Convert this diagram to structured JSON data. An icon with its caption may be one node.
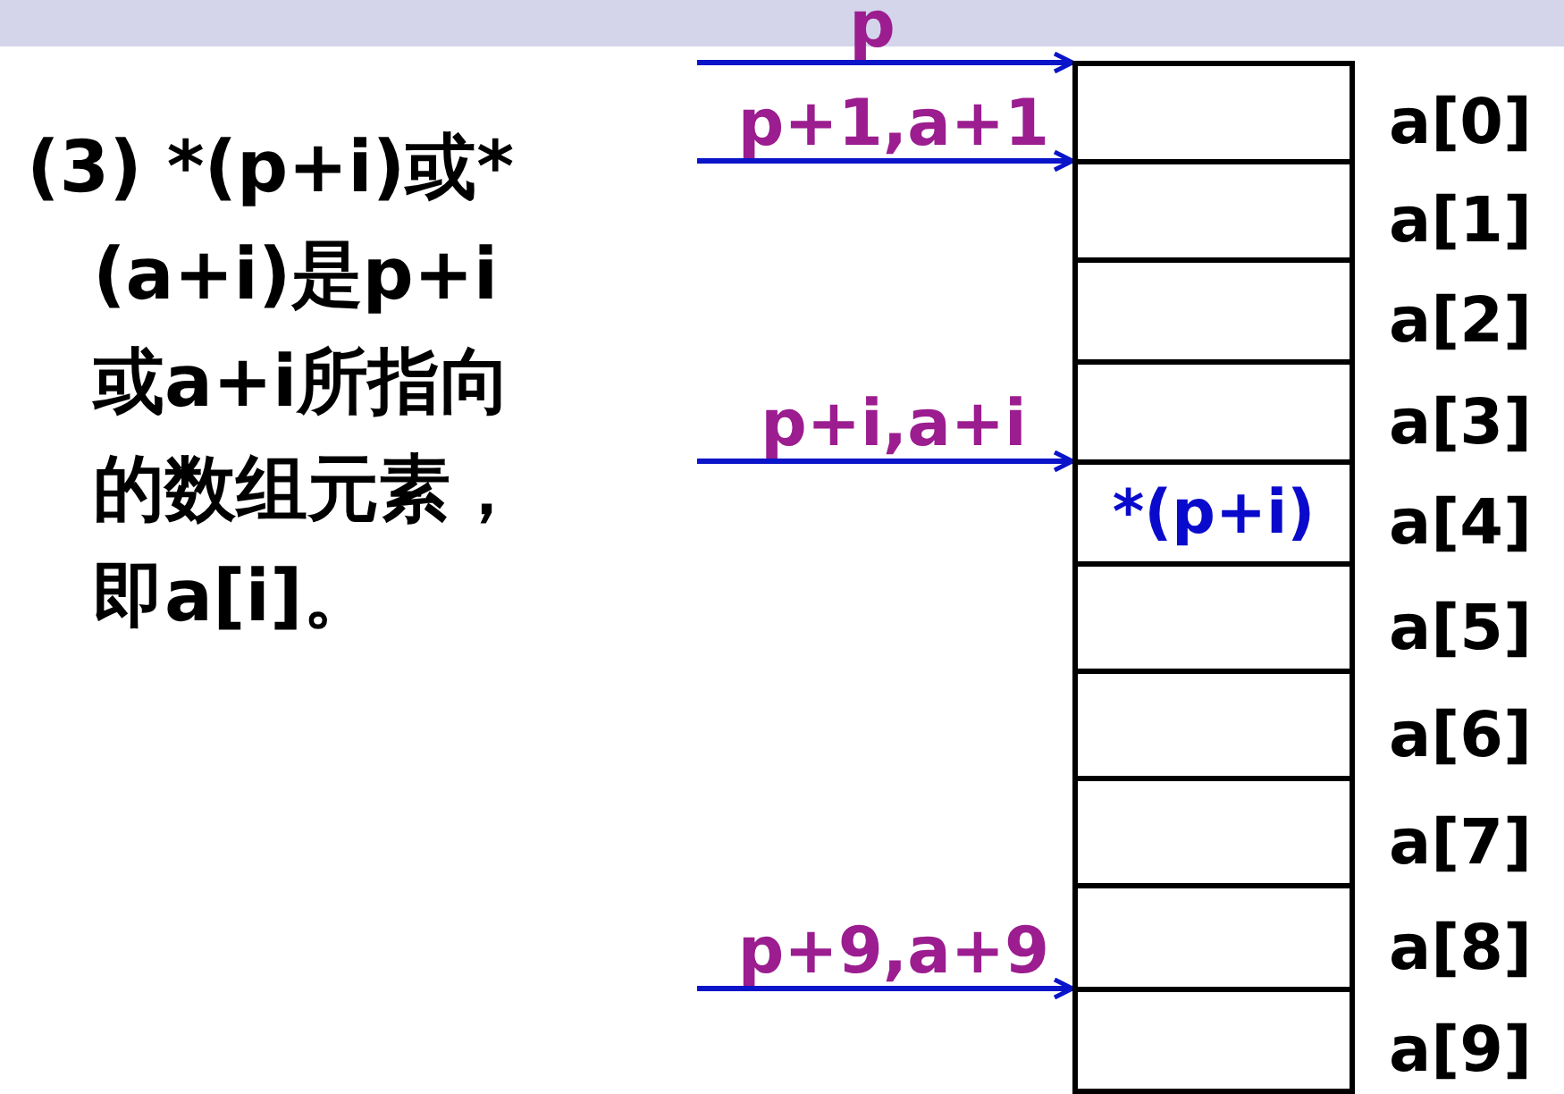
{
  "diagram": {
    "nodes": [
      {
        "text": [],
        "shape": "box",
        "beside": [
          "a[0]"
        ]
      },
      {
        "text": [],
        "shape": "box",
        "beside": [
          "a[1]"
        ]
      },
      {
        "text": [],
        "shape": "box",
        "beside": [
          "a[2]"
        ]
      },
      {
        "text": [],
        "shape": "box",
        "beside": [
          "a[3]"
        ]
      },
      {
        "text": [
          "*(p+i)"
        ],
        "beside": [
          "a[4]"
        ]
      },
      {
        "text": [],
        "shape": "box",
        "beside": [
          "a[5]"
        ]
      },
      {
        "text": [],
        "shape": "box",
        "beside": [
          "a[6]"
        ]
      },
      {
        "text": [],
        "shape": "box",
        "beside": [
          "a[7]"
        ]
      },
      {
        "text": [],
        "shape": "box",
        "beside": [
          "a[8]"
        ]
      },
      {
        "text": [],
        "shape": "box",
        "beside": [
          "a[9]"
        ]
      }
    ],
    "edges": [
      {
        "from": null,
        "to": 0,
        "arrow": "to",
        "label": "p"
      },
      {
        "from": null,
        "to": 1,
        "arrow": "to",
        "label": "p+1,a+1"
      },
      {
        "from": null,
        "to": 4,
        "arrow": "to",
        "label": "p+i,a+i"
      },
      {
        "from": null,
        "to": 9,
        "arrow": "to",
        "label": "p+9,a+9"
      }
    ],
    "labels": [
      "(3) *(p+i)或*(a+i)是p+i或a+i所指向的数组元素，即a[i]。"
    ]
  }
}
